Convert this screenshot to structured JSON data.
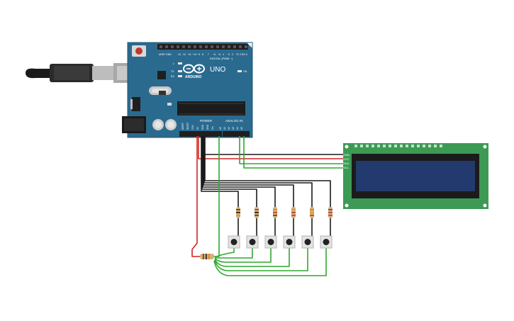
{
  "arduino": {
    "brand": "ARDUINO",
    "model": "UNO",
    "digital_label": "DIGITAL (PWM ~)",
    "power_label": "POWER",
    "analog_label": "ANALOG IN",
    "aref_label": "AREF",
    "gnd_label": "GND",
    "digital_pins": [
      "13",
      "12",
      "~11",
      "~10",
      "~9",
      "8",
      "7",
      "~6",
      "~5",
      "4",
      "~3",
      "2",
      "TX 1",
      "RX 0"
    ],
    "power_pins": [
      "IOREF",
      "RESET",
      "3.3V",
      "5V",
      "GND",
      "GND",
      "Vin"
    ],
    "analog_pins": [
      "A0",
      "A1",
      "A2",
      "A3",
      "A4",
      "A5"
    ],
    "led_labels": [
      "L",
      "TX",
      "RX"
    ],
    "on_label": "ON"
  },
  "lcd": {
    "pin_labels": [
      "GND",
      "VCC",
      "SDA",
      "SCL"
    ]
  },
  "colors": {
    "board": "#2b6a8f",
    "board_dark": "#1f5575",
    "lcd_board": "#3c9a55",
    "lcd_screen": "#233a6e",
    "wire_black": "#1a1a1a",
    "wire_red": "#d42323",
    "wire_green": "#2ea82e",
    "usb_gray": "#9a9a9a"
  },
  "icons": {
    "board_logo": "infinity-logo-icon",
    "usb": "usb-cable-icon"
  }
}
